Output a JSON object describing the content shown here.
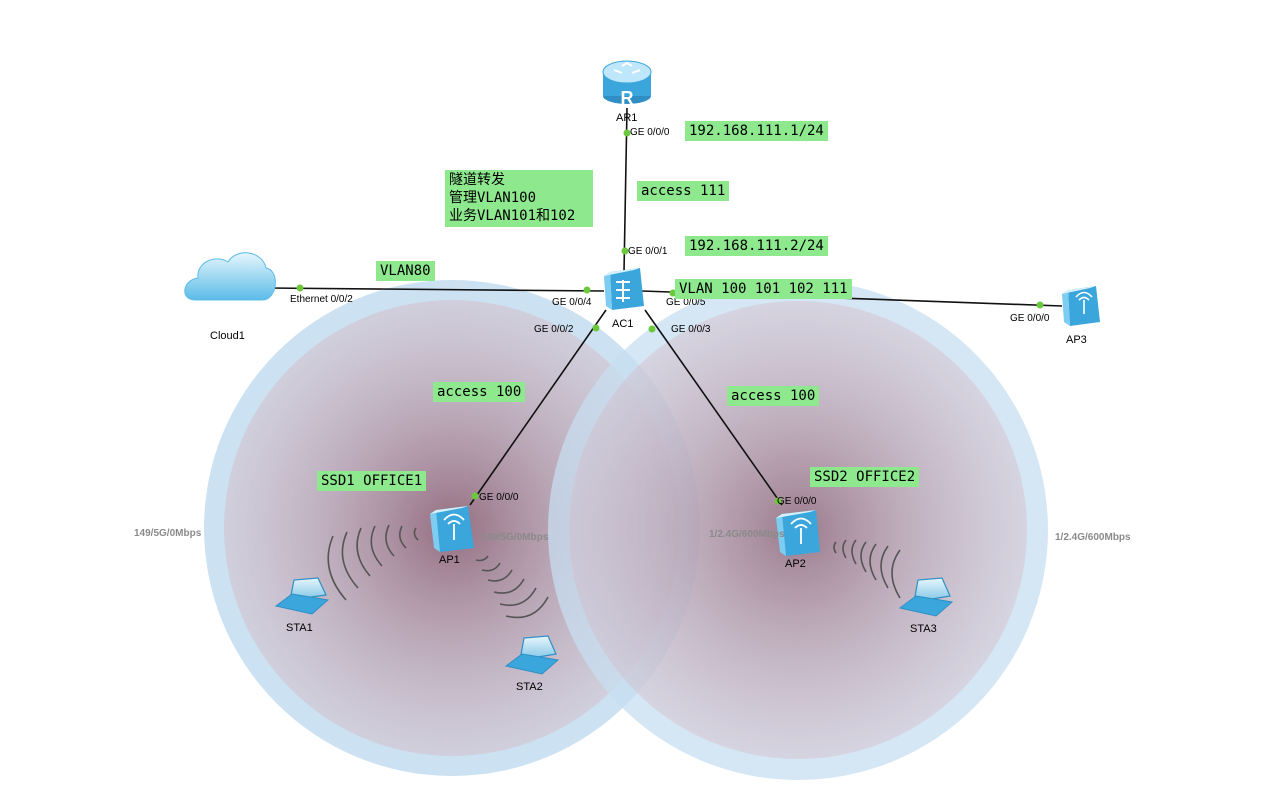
{
  "devices": {
    "ar1": "AR1",
    "ac1": "AC1",
    "cloud1": "Cloud1",
    "ap1": "AP1",
    "ap2": "AP2",
    "ap3": "AP3",
    "sta1": "STA1",
    "sta2": "STA2",
    "sta3": "STA3",
    "router_glyph": "R"
  },
  "ports": {
    "ar1_ge000": "GE 0/0/0",
    "ac1_ge001": "GE 0/0/1",
    "ac1_ge004": "GE 0/0/4",
    "ac1_ge005": "GE 0/0/5",
    "ac1_ge002": "GE 0/0/2",
    "ac1_ge003": "GE 0/0/3",
    "cloud_eth002": "Ethernet 0/0/2",
    "ap3_ge000": "GE 0/0/0",
    "ap1_ge000": "GE 0/0/0",
    "ap2_ge000": "GE 0/0/0"
  },
  "labels": {
    "ar1_ip": "192.168.111.1/24",
    "access111": "access 111",
    "ac1_ip": "192.168.111.2/24",
    "vlan80": "VLAN80",
    "vlan_trunk": "VLAN 100 101 102 111",
    "access100_left": "access 100",
    "access100_right": "access 100",
    "ssid1": "SSD1 OFFICE1",
    "ssid2": "SSD2 OFFICE2",
    "note": [
      "隧道转发",
      "管理VLAN100",
      "业务VLAN101和102"
    ]
  },
  "rates": {
    "left_outer": "149/5G/0Mbps",
    "left_inner": "149/5G/0Mbps",
    "right_inner": "1/2.4G/600Mbps",
    "right_outer": "1/2.4G/600Mbps"
  },
  "colors": {
    "label_bg": "#8ee88e",
    "coverage_ring": "#c5dcef",
    "coverage_fill": "#b58c99",
    "device_blue": "#3aa6dc",
    "port_dot": "#6cc83c"
  }
}
